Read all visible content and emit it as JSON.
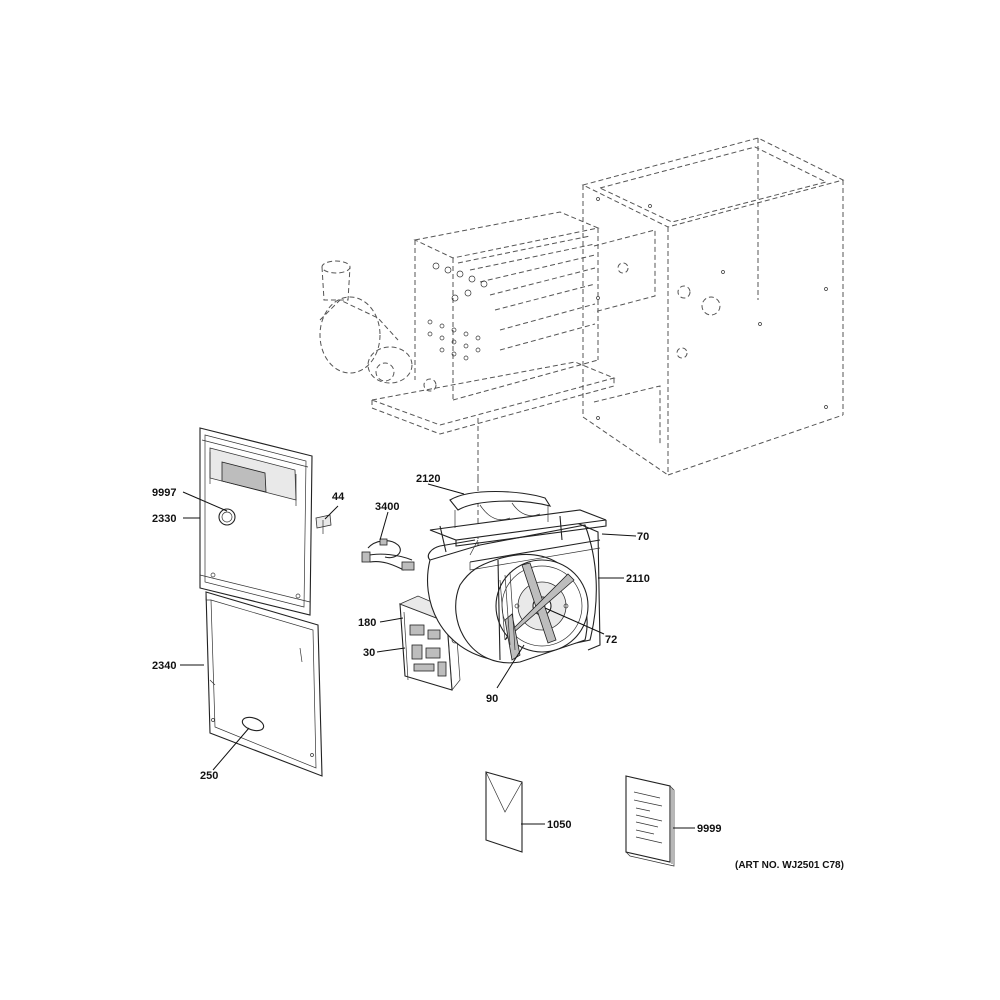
{
  "callouts": [
    {
      "id": "c2120",
      "label": "2120"
    },
    {
      "id": "c9997",
      "label": "9997"
    },
    {
      "id": "c44",
      "label": "44"
    },
    {
      "id": "c3400",
      "label": "3400"
    },
    {
      "id": "c2330",
      "label": "2330"
    },
    {
      "id": "c70",
      "label": "70"
    },
    {
      "id": "c2110",
      "label": "2110"
    },
    {
      "id": "c180",
      "label": "180"
    },
    {
      "id": "c72",
      "label": "72"
    },
    {
      "id": "c30",
      "label": "30"
    },
    {
      "id": "c2340",
      "label": "2340"
    },
    {
      "id": "c90",
      "label": "90"
    },
    {
      "id": "c250",
      "label": "250"
    },
    {
      "id": "c1050",
      "label": "1050"
    },
    {
      "id": "c9999",
      "label": "9999"
    }
  ],
  "art_number": "(ART NO. WJ2501 C78)"
}
